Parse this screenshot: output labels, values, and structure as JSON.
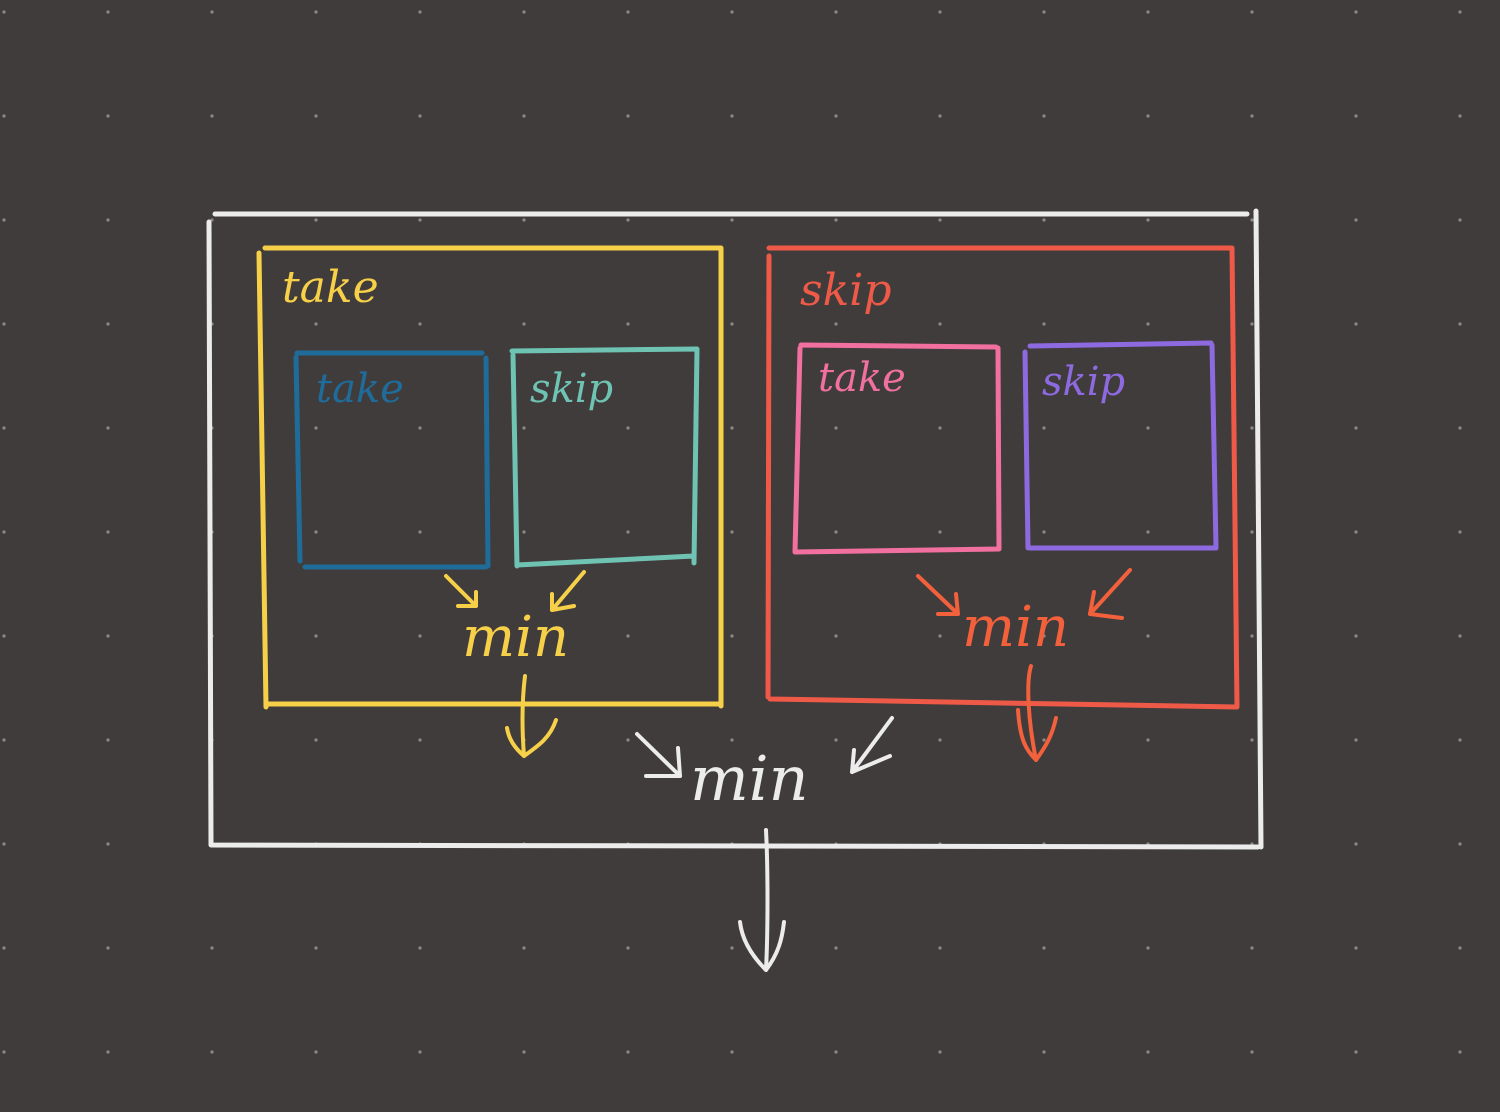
{
  "colors": {
    "background": "#403c3b",
    "grid_dot": "#8e8a88",
    "outer": "#ececec",
    "take": "#f7d04a",
    "skip": "#ef5a48",
    "take_take": "#1f6c9a",
    "take_skip": "#6fc3b2",
    "skip_take": "#f1709f",
    "skip_skip": "#8e6ae0",
    "skip_min": "#f2603c"
  },
  "diagram": {
    "take": {
      "label": "take",
      "take": {
        "label": "take"
      },
      "skip": {
        "label": "skip"
      },
      "min": "min"
    },
    "skip": {
      "label": "skip",
      "take": {
        "label": "take"
      },
      "skip": {
        "label": "skip"
      },
      "min": "min"
    },
    "min": "min"
  }
}
